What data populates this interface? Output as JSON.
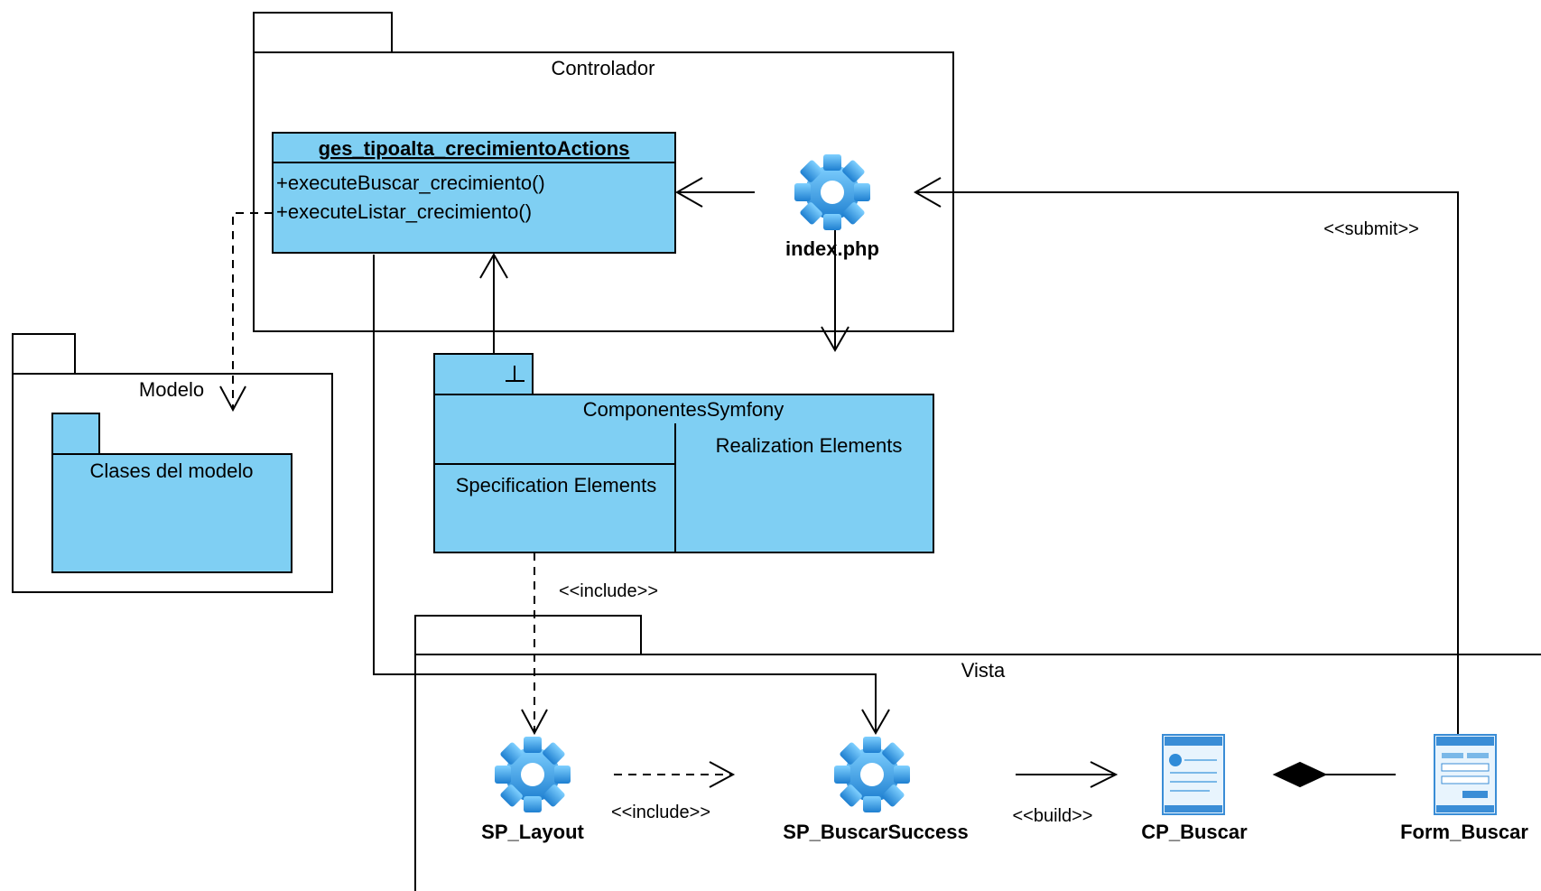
{
  "packages": {
    "controlador": "Controlador",
    "modelo": "Modelo",
    "modelo_inner": "Clases del modelo",
    "vista": "Vista"
  },
  "class_box": {
    "name": "ges_tipoalta_crecimientoActions",
    "methods": [
      "+executeBuscar_crecimiento()",
      "+executeListar_crecimiento()"
    ]
  },
  "subsystem": {
    "name": "ComponentesSymfony",
    "realization": "Realization Elements",
    "specification": "Specification Elements"
  },
  "components": {
    "index": "index.php",
    "layout": "SP_Layout",
    "success": "SP_BuscarSuccess",
    "cp_buscar": "CP_Buscar",
    "form_buscar": "Form_Buscar"
  },
  "stereotypes": {
    "submit": "<<submit>>",
    "include_top": "<<include>>",
    "include_bottom": "<<include>>",
    "build": "<<build>>"
  },
  "colors": {
    "fill": "#7fcff3",
    "gear": "#3a9ce0",
    "line": "#000000"
  },
  "icons": {
    "component": "gear-icon",
    "page": "web-page-icon",
    "form": "web-form-icon"
  }
}
